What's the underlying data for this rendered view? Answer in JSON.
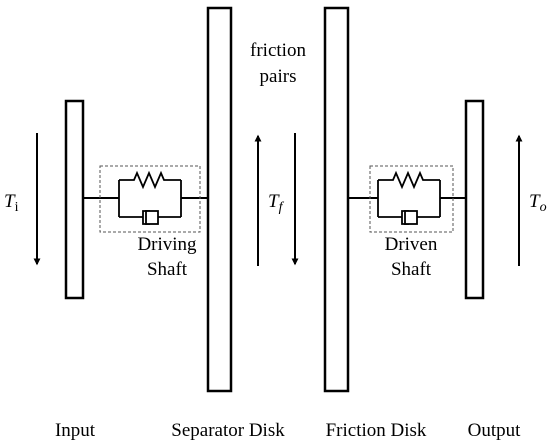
{
  "diagram": {
    "labels": {
      "friction_line1": "friction",
      "friction_line2": "pairs",
      "driving_line1": "Driving",
      "driving_line2": "Shaft",
      "driven_line1": "Driven",
      "driven_line2": "Shaft",
      "input": "Input",
      "separator_disk": "Separator Disk",
      "friction_disk": "Friction Disk",
      "output": "Output"
    },
    "torques": {
      "input": {
        "symbol": "T",
        "subscript": "i"
      },
      "friction": {
        "symbol": "T",
        "subscript": "f"
      },
      "output": {
        "symbol": "T",
        "subscript": "o"
      }
    },
    "colors": {
      "stroke": "#000000",
      "box_dash": "#555555",
      "background": "#ffffff"
    }
  }
}
